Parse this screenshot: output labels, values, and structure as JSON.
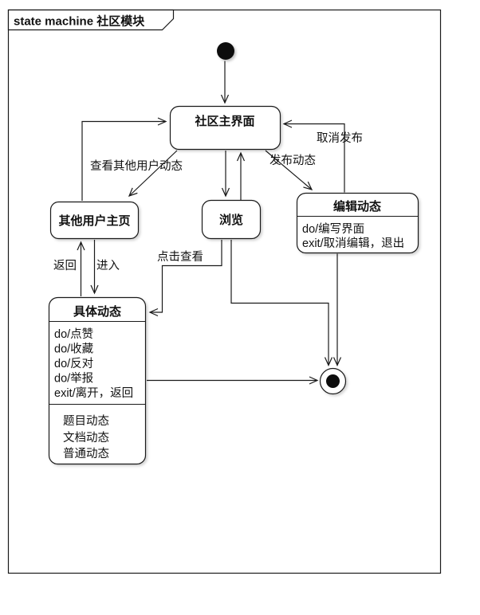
{
  "frame": {
    "title": "state machine 社区模块"
  },
  "nodes": {
    "initial": {
      "type": "initial-pseudostate"
    },
    "main": {
      "title": "社区主界面"
    },
    "other_user_home": {
      "title": "其他用户主页"
    },
    "browse": {
      "title": "浏览"
    },
    "edit_post": {
      "title": "编辑动态",
      "activities": [
        "do/编写界面",
        "exit/取消编辑，退出"
      ]
    },
    "specific_post": {
      "title": "具体动态",
      "activities": [
        "do/点赞",
        "do/收藏",
        "do/反对",
        "do/举报",
        "exit/离开，返回"
      ],
      "variants": [
        "题目动态",
        "文档动态",
        "普通动态"
      ]
    },
    "final": {
      "type": "final-state"
    }
  },
  "edges": {
    "view_other": {
      "label": "查看其他用户动态"
    },
    "publish": {
      "label": "发布动态"
    },
    "cancel_publish": {
      "label": "取消发布"
    },
    "back": {
      "label": "返回"
    },
    "enter": {
      "label": "进入"
    },
    "click_view": {
      "label": "点击查看"
    }
  },
  "colors": {
    "stroke": "#1a1a1a",
    "fill": "#ffffff",
    "text": "#111111"
  }
}
